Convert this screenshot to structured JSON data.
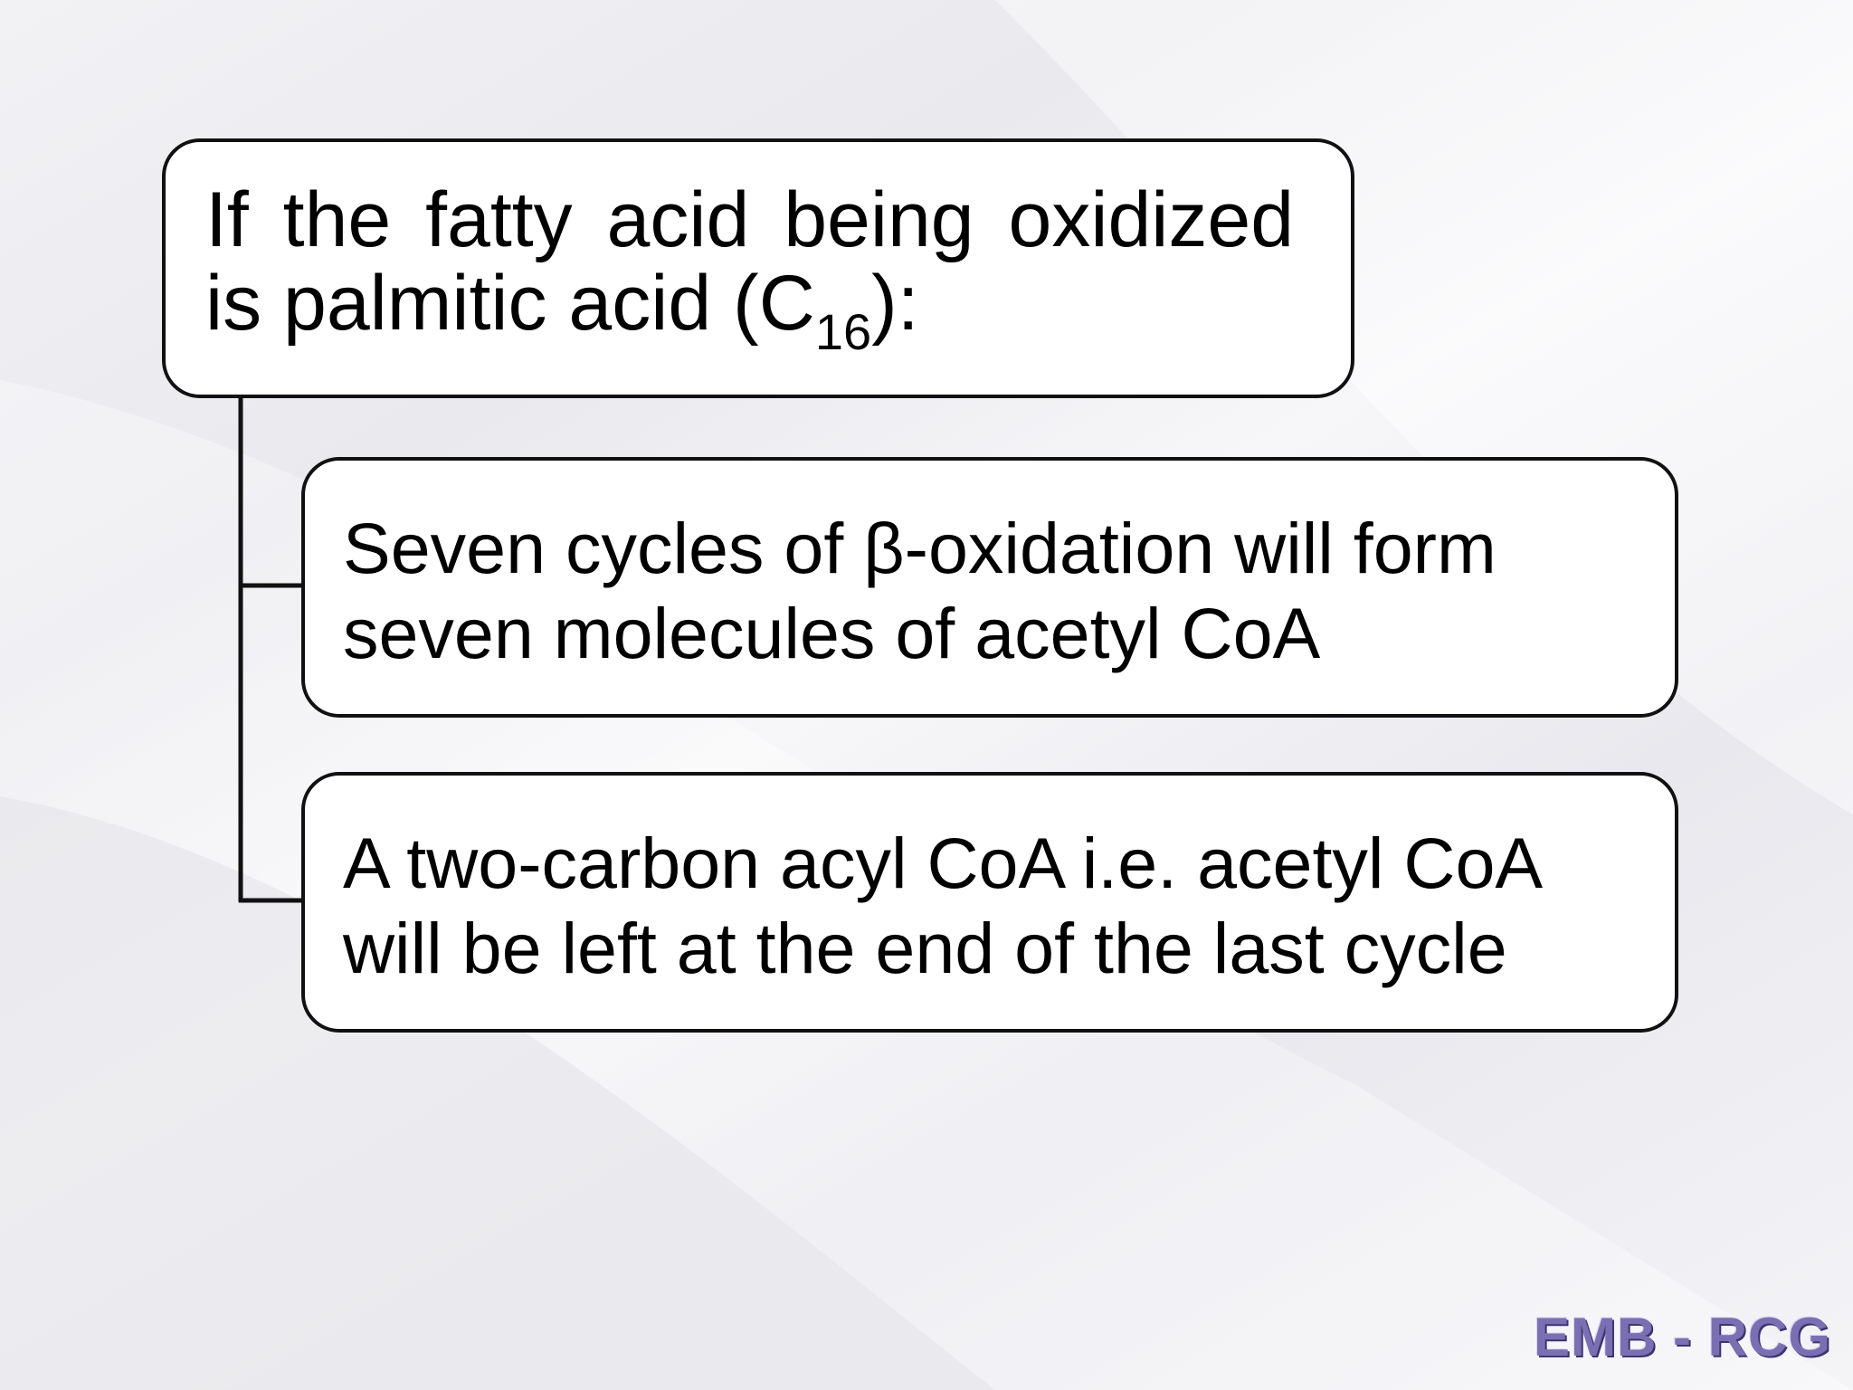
{
  "root": {
    "line1": "If the fatty acid being oxidized",
    "line2_prefix": "is palmitic acid (C",
    "line2_subscript": "16",
    "line2_suffix": "):"
  },
  "children": [
    {
      "line1": "Seven cycles of β-oxidation will form",
      "line2": "seven molecules of acetyl CoA"
    },
    {
      "line1": "A two-carbon acyl CoA i.e. acetyl CoA",
      "line2": "will be left at the end of the last cycle"
    }
  ],
  "logo": {
    "text": "EMB - RCG",
    "color": "#7b6fb4"
  }
}
